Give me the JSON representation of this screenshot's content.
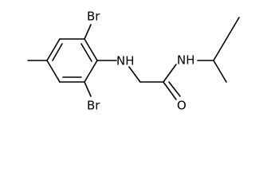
{
  "molecule": {
    "atom_labels": {
      "br_top": "Br",
      "br_bottom": "Br",
      "nh_aniline": "NH",
      "nh_amide": "NH",
      "o_carbonyl": "O"
    },
    "colors": {
      "bond": "#000000",
      "label": "#000000",
      "background": "#ffffff"
    }
  }
}
